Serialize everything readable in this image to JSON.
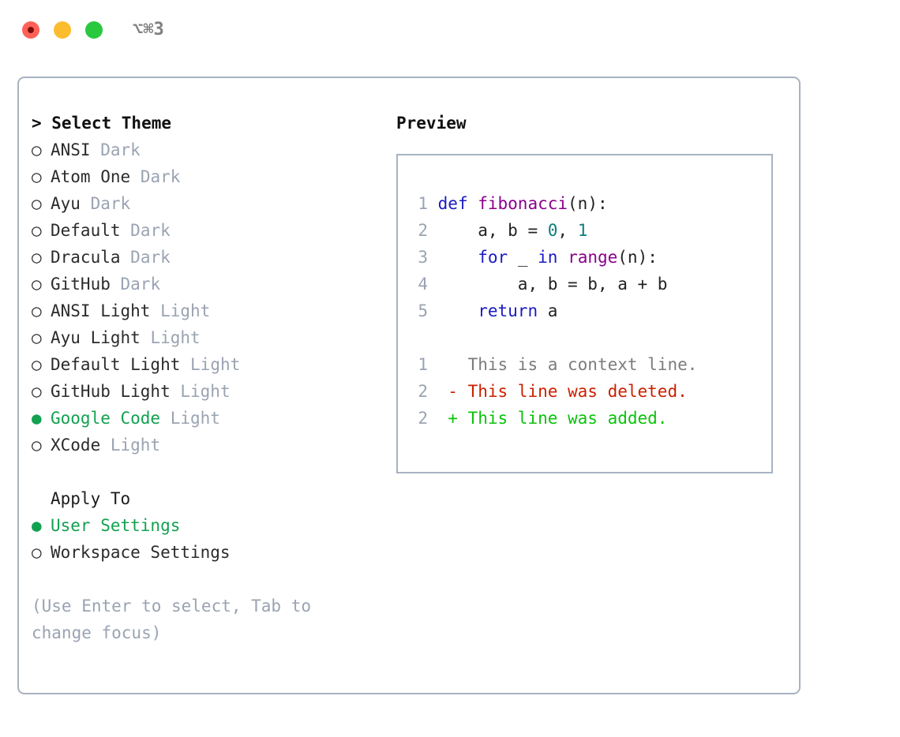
{
  "titlebar": {
    "shortcut": "⌥⌘3",
    "buttons": [
      {
        "name": "close",
        "color": "#ff6159"
      },
      {
        "name": "minimize",
        "color": "#fbbd2e"
      },
      {
        "name": "maximize",
        "color": "#28c83f"
      }
    ]
  },
  "colors": {
    "accent_green": "#12a150",
    "muted_gray": "#9aa3b2",
    "border": "#a8b2c1",
    "text": "#2b2b2b",
    "keyword_blue": "#1a1ac4",
    "function_magenta": "#8b008b",
    "number_teal": "#0e7c7c",
    "diff_deleted_red": "#cb2000",
    "diff_added_green": "#0bc20b"
  },
  "theme_picker": {
    "title": "> Select Theme",
    "items": [
      {
        "bullet": "○",
        "name": "ANSI",
        "tag": "Dark",
        "selected": false
      },
      {
        "bullet": "○",
        "name": "Atom One",
        "tag": "Dark",
        "selected": false
      },
      {
        "bullet": "○",
        "name": "Ayu",
        "tag": "Dark",
        "selected": false
      },
      {
        "bullet": "○",
        "name": "Default",
        "tag": "Dark",
        "selected": false
      },
      {
        "bullet": "○",
        "name": "Dracula",
        "tag": "Dark",
        "selected": false
      },
      {
        "bullet": "○",
        "name": "GitHub",
        "tag": "Dark",
        "selected": false
      },
      {
        "bullet": "○",
        "name": "ANSI Light",
        "tag": "Light",
        "selected": false
      },
      {
        "bullet": "○",
        "name": "Ayu Light",
        "tag": "Light",
        "selected": false
      },
      {
        "bullet": "○",
        "name": "Default Light",
        "tag": "Light",
        "selected": false
      },
      {
        "bullet": "○",
        "name": "GitHub Light",
        "tag": "Light",
        "selected": false
      },
      {
        "bullet": "●",
        "name": "Google Code",
        "tag": "Light",
        "selected": true
      },
      {
        "bullet": "○",
        "name": "XCode",
        "tag": "Light",
        "selected": false
      }
    ]
  },
  "apply_to": {
    "heading": "Apply To",
    "items": [
      {
        "bullet": "●",
        "name": "User Settings",
        "selected": true
      },
      {
        "bullet": "○",
        "name": "Workspace Settings",
        "selected": false
      }
    ]
  },
  "hint": "(Use Enter to select, Tab to change focus)",
  "preview": {
    "title": "Preview",
    "code_lines": [
      {
        "no": "1",
        "tokens": [
          {
            "t": "def ",
            "c": "kw"
          },
          {
            "t": "fibonacci",
            "c": "fn"
          },
          {
            "t": "(n):",
            "c": "pl"
          }
        ]
      },
      {
        "no": "2",
        "tokens": [
          {
            "t": "    a, b = ",
            "c": "pl"
          },
          {
            "t": "0",
            "c": "num"
          },
          {
            "t": ", ",
            "c": "pl"
          },
          {
            "t": "1",
            "c": "num"
          }
        ]
      },
      {
        "no": "3",
        "tokens": [
          {
            "t": "    ",
            "c": "pl"
          },
          {
            "t": "for",
            "c": "kw"
          },
          {
            "t": " _ ",
            "c": "pl"
          },
          {
            "t": "in",
            "c": "kw"
          },
          {
            "t": " ",
            "c": "pl"
          },
          {
            "t": "range",
            "c": "fn"
          },
          {
            "t": "(n):",
            "c": "pl"
          }
        ]
      },
      {
        "no": "4",
        "tokens": [
          {
            "t": "        a, b = b, a + b",
            "c": "pl"
          }
        ]
      },
      {
        "no": "5",
        "tokens": [
          {
            "t": "    ",
            "c": "pl"
          },
          {
            "t": "return",
            "c": "kw"
          },
          {
            "t": " a",
            "c": "pl"
          }
        ]
      }
    ],
    "diff_lines": [
      {
        "no": "1",
        "marker": " ",
        "text": "  This is a context line.",
        "kind": "ctx"
      },
      {
        "no": "2",
        "marker": "-",
        "text": "- This line was deleted.",
        "kind": "del"
      },
      {
        "no": "2",
        "marker": "+",
        "text": "+ This line was added.",
        "kind": "add"
      }
    ]
  }
}
